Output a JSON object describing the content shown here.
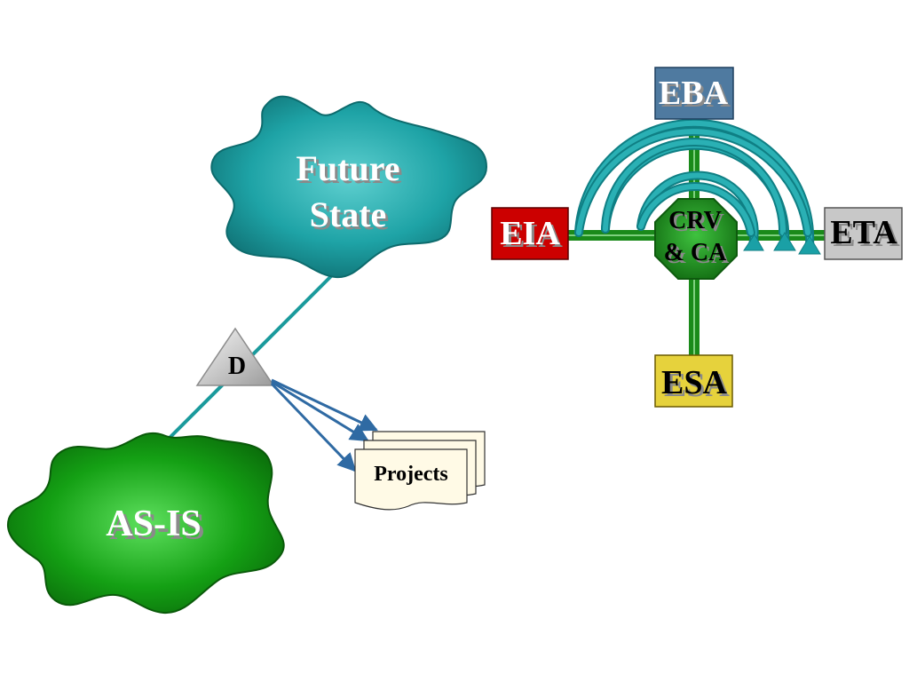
{
  "diagram": {
    "future_state": {
      "line1": "Future",
      "line2": "State",
      "color": "#138a8c"
    },
    "as_is": {
      "label": "AS-IS",
      "color": "#109a10"
    },
    "delta": {
      "label": "D"
    },
    "projects": {
      "label": "Projects"
    },
    "target": {
      "center_line1": "CRV",
      "center_line2": "& CA",
      "ring_color": "#1a9aa0",
      "center_color": "#1c7c1c"
    },
    "boxes": {
      "eba": {
        "label": "EBA",
        "color": "#4f7aa0"
      },
      "eia": {
        "label": "EIA",
        "color": "#cc0000"
      },
      "eta": {
        "label": "ETA",
        "color": "#c8c8c8"
      },
      "esa": {
        "label": "ESA",
        "color": "#e6d23c"
      }
    }
  }
}
